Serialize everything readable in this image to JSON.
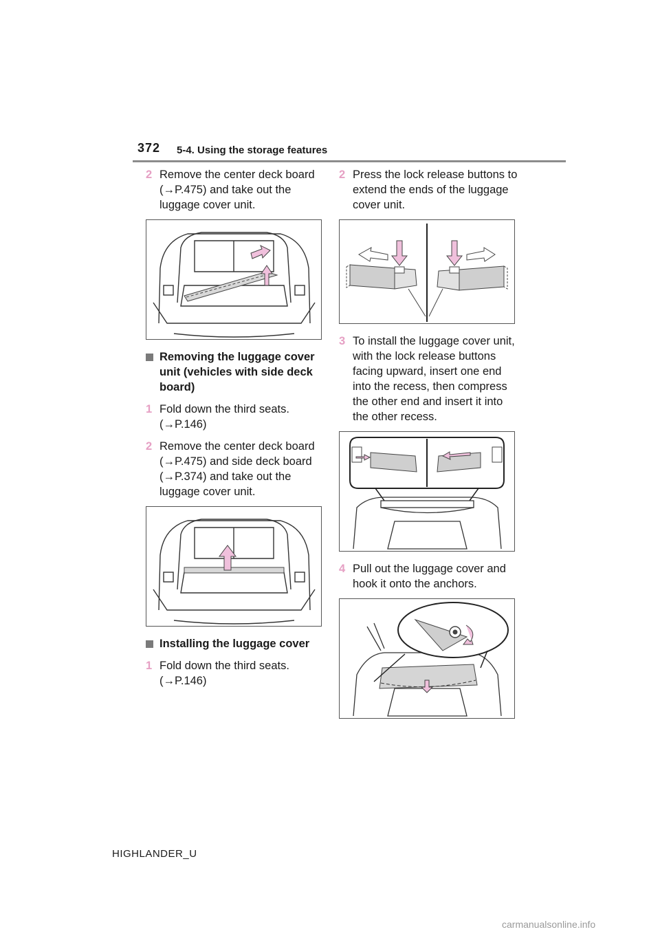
{
  "header": {
    "page_number": "372",
    "section": "5-4. Using the storage features"
  },
  "left_column": {
    "step_remove_center": {
      "num": "2",
      "text": "Remove the center deck board (→P.475) and take out the luggage cover unit."
    },
    "heading_removing": "Removing the luggage cover unit (vehicles with side deck board)",
    "step_fold_1": {
      "num": "1",
      "text": "Fold down the third seats. (→P.146)"
    },
    "step_remove_side": {
      "num": "2",
      "text": "Remove the center deck board (→P.475) and side deck board (→P.374) and take out the luggage cover unit."
    },
    "heading_installing": "Installing the luggage cover",
    "step_fold_install": {
      "num": "1",
      "text": "Fold down the third seats. (→P.146)"
    }
  },
  "right_column": {
    "step_press": {
      "num": "2",
      "text": "Press the lock release buttons to extend the ends of the luggage cover unit."
    },
    "step_install": {
      "num": "3",
      "text": "To install the luggage cover unit, with the lock release buttons facing upward, insert one end into the recess, then compress the other end and insert it into the other recess."
    },
    "step_pull": {
      "num": "4",
      "text": "Pull out the luggage cover and hook it onto the anchors."
    }
  },
  "footer": {
    "model": "HIGHLANDER_U",
    "watermark": "carmanualsonline.info"
  },
  "colors": {
    "accent_pink": "#e6a0c4",
    "arrow_fill": "#f0c0dc",
    "rule_gray": "#8c8c8c"
  }
}
